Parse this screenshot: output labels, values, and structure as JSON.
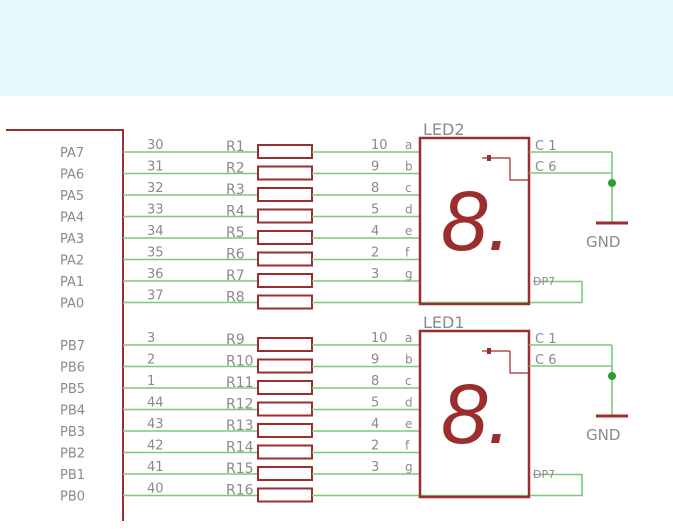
{
  "upper": {
    "ports": [
      "PA7",
      "PA6",
      "PA5",
      "PA4",
      "PA3",
      "PA2",
      "PA1",
      "PA0"
    ],
    "pins": [
      "30",
      "31",
      "32",
      "33",
      "34",
      "35",
      "36",
      "37"
    ],
    "resistors": [
      "R1",
      "R2",
      "R3",
      "R4",
      "R5",
      "R6",
      "R7",
      "R8"
    ],
    "display": {
      "name": "LED2",
      "seg_pins": [
        "10",
        "9",
        "8",
        "5",
        "4",
        "2",
        "3"
      ],
      "seg_letters": [
        "a",
        "b",
        "c",
        "d",
        "e",
        "f",
        "g"
      ],
      "common": [
        "C 1",
        "C 6"
      ],
      "dp": "DP7",
      "glyph": "8.",
      "gnd": "GND"
    }
  },
  "lower": {
    "ports": [
      "PB7",
      "PB6",
      "PB5",
      "PB4",
      "PB3",
      "PB2",
      "PB1",
      "PB0"
    ],
    "pins": [
      "3",
      "2",
      "1",
      "44",
      "43",
      "42",
      "41",
      "40"
    ],
    "resistors": [
      "R9",
      "R10",
      "R11",
      "R12",
      "R13",
      "R14",
      "R15",
      "R16"
    ],
    "display": {
      "name": "LED1",
      "seg_pins": [
        "10",
        "9",
        "8",
        "5",
        "4",
        "2",
        "3"
      ],
      "seg_letters": [
        "a",
        "b",
        "c",
        "d",
        "e",
        "f",
        "g"
      ],
      "common": [
        "C 1",
        "C 6"
      ],
      "dp": "DP7",
      "glyph": "8.",
      "gnd": "GND"
    }
  },
  "colors": {
    "wire": "#7cc87c",
    "part": "#9b2d2d",
    "label": "#8a8a8a",
    "band": "#e6fbfe"
  }
}
